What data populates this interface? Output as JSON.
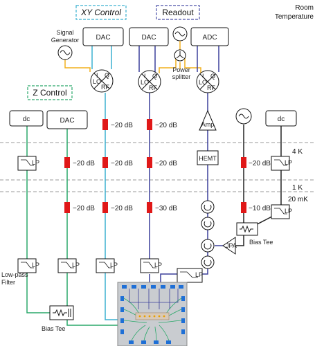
{
  "titles": {
    "xy_control": "XY Control",
    "readout": "Readout",
    "z_control": "Z Control"
  },
  "temperatures": {
    "room": [
      "Room",
      "Temperature"
    ],
    "four_k": "4 K",
    "one_k": "1 K",
    "twenty_mk": "20 mK"
  },
  "labels": {
    "signal_generator": [
      "Signal",
      "Generator"
    ],
    "power_splitter": [
      "Power",
      "splitter"
    ],
    "low_pass_filter": [
      "Low-pass",
      "Filter"
    ],
    "bias_tee_left": "Bias Tee",
    "bias_tee_right": "Bias Tee",
    "dac": "DAC",
    "adc": "ADC",
    "dc": "dc",
    "amp": "Amp",
    "hemt": "HEMT",
    "jpa": "JPA",
    "lp": "LP",
    "mixer_i": "I",
    "mixer_q": "Q",
    "mixer_lo": "LO",
    "mixer_rf": "RF"
  },
  "attenuations": {
    "z_dac_4k": "−20 dB",
    "z_dac_20mk": "−20 dB",
    "xy_rt": "−20 dB",
    "xy_4k": "−20 dB",
    "xy_20mk": "−20 dB",
    "ro_rt": "−20 dB",
    "ro_4k": "−20 dB",
    "ro_20mk": "−30 dB",
    "jpa_4k": "−20 dB",
    "jpa_20mk": "−10 dB"
  },
  "colors": {
    "z_line": "#2aa86a",
    "xy_line": "#3bb0d0",
    "readout_line": "#3a3f9a",
    "lo_line": "#f2b01e",
    "pump_line": "#222222",
    "attenuator": "#e01818",
    "xy_frame": "#3bb0d0",
    "readout_frame": "#4a4fa8",
    "z_frame": "#2aa86a",
    "stage_divider": "#9a9a9a",
    "chip_background": "#c9ccd0"
  }
}
